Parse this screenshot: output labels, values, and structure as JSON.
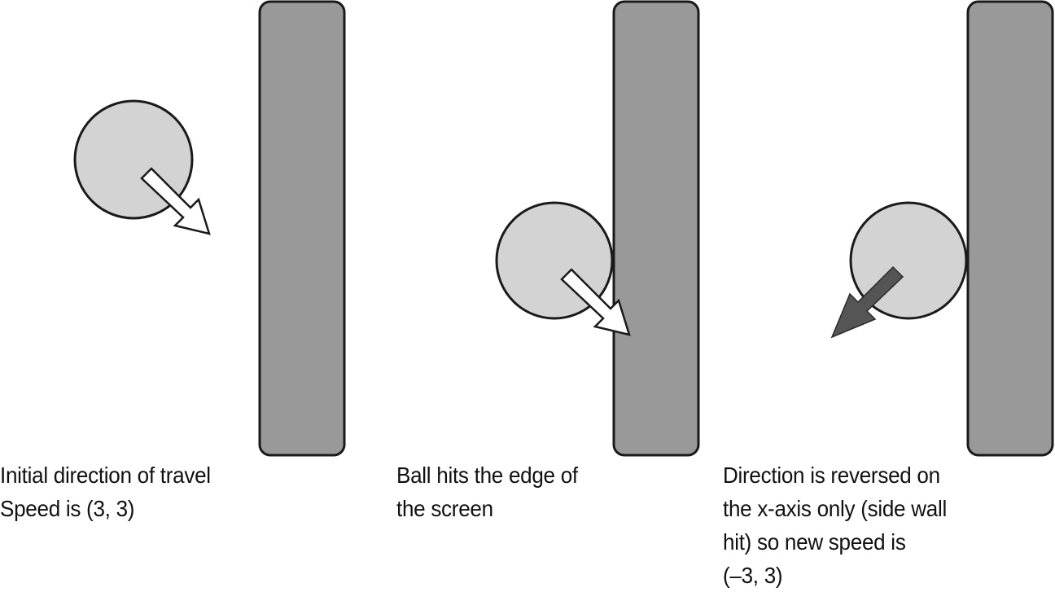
{
  "colors": {
    "wall_fill": "#999999",
    "wall_stroke": "#1a1a1a",
    "ball_fill": "#d3d3d3",
    "ball_stroke": "#1a1a1a",
    "arrow_light_fill": "#ffffff",
    "arrow_dark_fill": "#555555",
    "text": "#111111"
  },
  "panels": [
    {
      "caption_lines": [
        "Initial direction of travel",
        "Speed is (3, 3)"
      ]
    },
    {
      "caption_lines": [
        "Ball hits the edge of",
        "the screen"
      ]
    },
    {
      "caption_lines": [
        "Direction is reversed on",
        "the x-axis only (side wall",
        "hit) so new speed is",
        "(–3, 3)"
      ]
    }
  ],
  "icons": {
    "arrow_down_right": "arrow-down-right-icon",
    "arrow_down_left": "arrow-down-left-icon"
  }
}
